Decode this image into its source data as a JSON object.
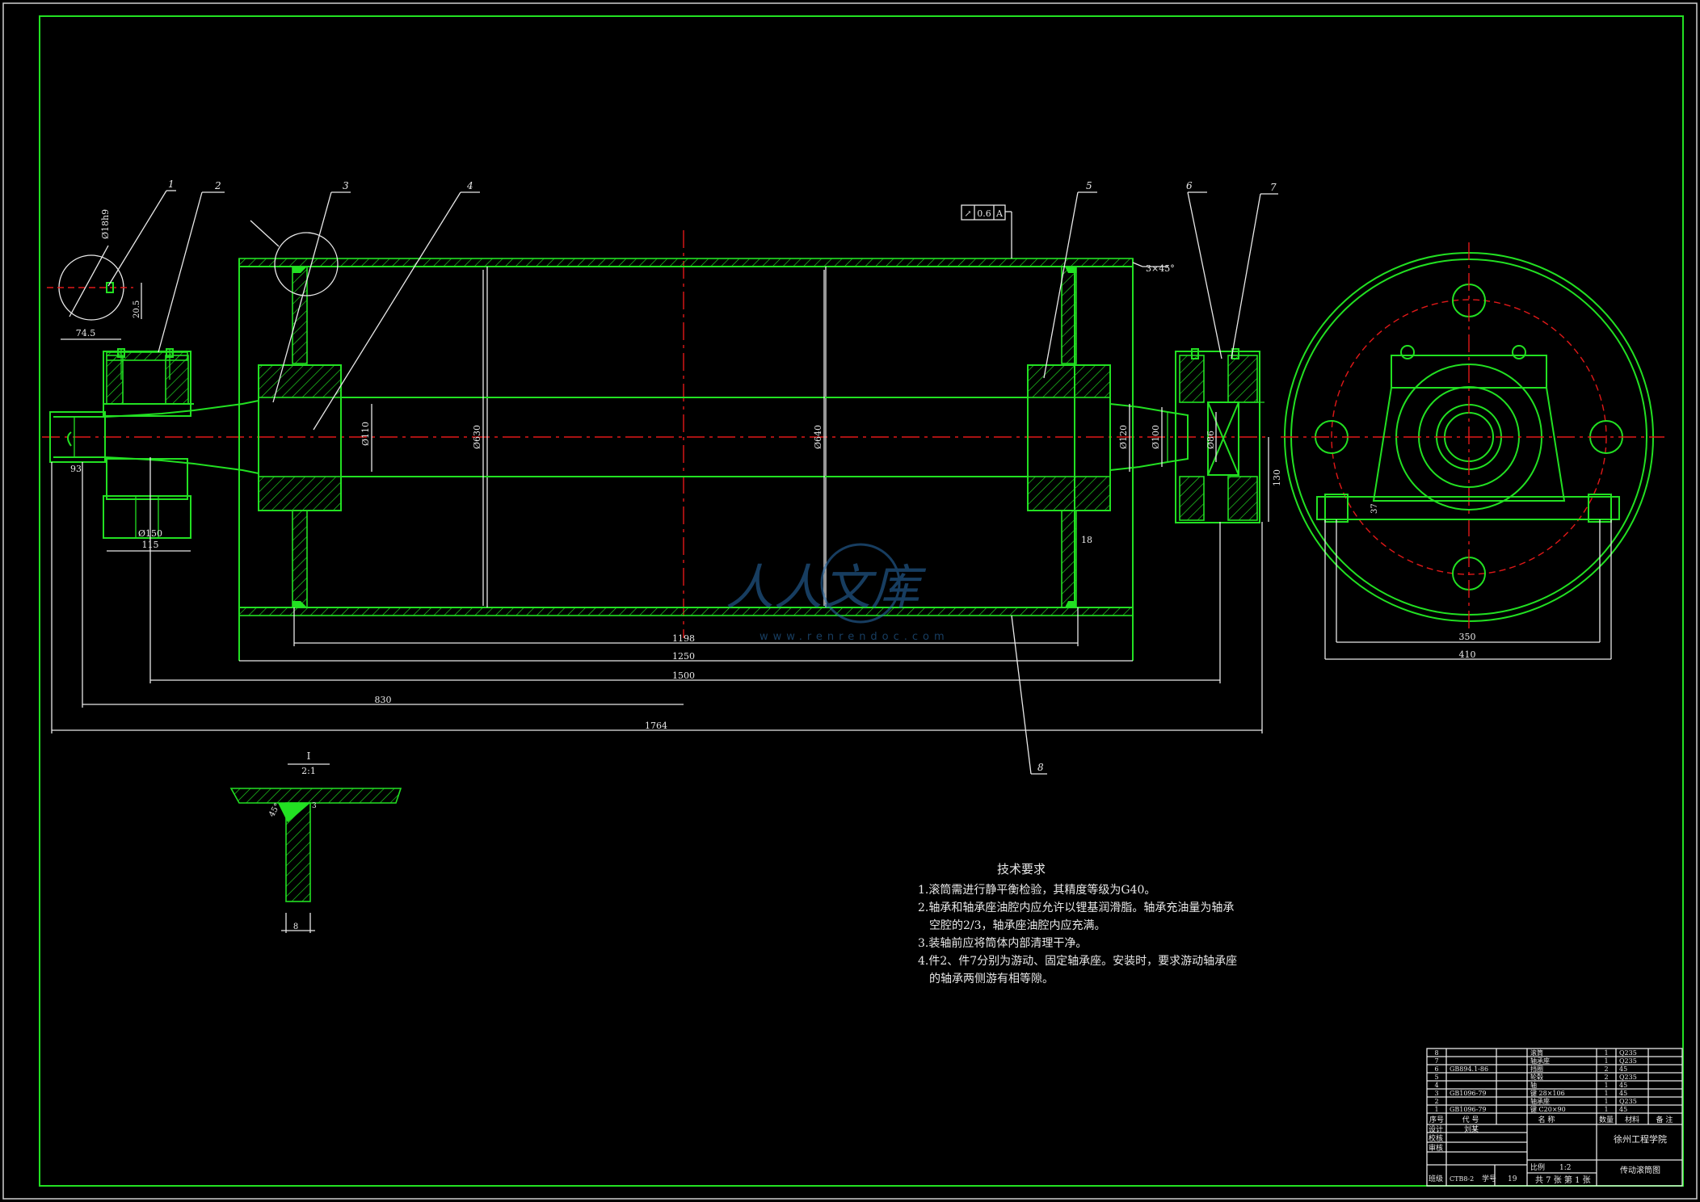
{
  "part_labels": [
    "1",
    "2",
    "3",
    "4",
    "5",
    "6",
    "7",
    "8"
  ],
  "dimensions": {
    "d_pin": "Ø18h9",
    "w_74": "74.5",
    "h_20": "20.5",
    "w_93": "93",
    "bearing_d": "Ø150",
    "bearing_w": "115",
    "d_110": "Ø110",
    "d_630": "Ø630",
    "d_640": "Ø640",
    "d_120": "Ø120",
    "d_100": "Ø100",
    "d_86": "Ø86",
    "h_130": "130",
    "t_18": "18",
    "chamfer": "3×45°",
    "len_1198": "1198",
    "len_1250": "1250",
    "len_1500": "1500",
    "len_830": "830",
    "len_1764": "1764",
    "w_350": "350",
    "w_410": "410",
    "h_37": "37",
    "weld_angle": "45°",
    "weld_8": "8",
    "gap_3": "3"
  },
  "tolerance": {
    "symbol": "↗",
    "value": "0.6",
    "datum": "A"
  },
  "detail": {
    "label": "I",
    "scale": "2:1"
  },
  "tech": {
    "title": "技术要求",
    "items": [
      "1.滚筒需进行静平衡检验，其精度等级为G40。",
      "2.轴承和轴承座油腔内应允许以锂基润滑脂。轴承充油量为轴承",
      "　空腔的2/3，轴承座油腔内应充满。",
      "3.装轴前应将筒体内部清理干净。",
      "4.件2、件7分别为游动、固定轴承座。安装时，要求游动轴承座",
      "　的轴承两侧游有相等隙。"
    ]
  },
  "watermark": {
    "text": "人人文库",
    "url": "www.renrendoc.com"
  },
  "bom": {
    "rows": [
      [
        "8",
        "",
        "滚筒",
        "1",
        "Q235",
        ""
      ],
      [
        "7",
        "",
        "轴承座",
        "1",
        "Q235",
        ""
      ],
      [
        "6",
        "GB894.1-86",
        "挡圈",
        "2",
        "45",
        ""
      ],
      [
        "5",
        "",
        "轮毂",
        "2",
        "Q235",
        ""
      ],
      [
        "4",
        "",
        "轴",
        "1",
        "45",
        ""
      ],
      [
        "3",
        "GB1096-79",
        "键 28×106",
        "1",
        "45",
        ""
      ],
      [
        "2",
        "",
        "轴承座",
        "1",
        "Q235",
        ""
      ],
      [
        "1",
        "GB1096-79",
        "键 C20×90",
        "1",
        "45",
        ""
      ]
    ],
    "header": [
      "序号",
      "代 号",
      "名 称",
      "数量",
      "材料",
      "备 注"
    ]
  },
  "title_block": {
    "design": "设计",
    "designer": "刘某",
    "check": "校核",
    "review": "审核",
    "class_label": "班级",
    "class": "CTB8-2",
    "no_label": "学号",
    "no": "19",
    "school": "徐州工程学院",
    "drawing_name": "传动滚筒图",
    "scale_label": "比例",
    "scale": "1:2",
    "sheets": "共 7 张 第 1 张"
  }
}
